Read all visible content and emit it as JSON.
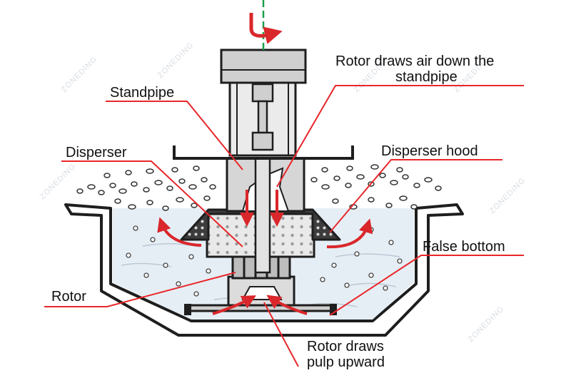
{
  "labels": {
    "standpipe": "Standpipe",
    "air_line1": "Rotor draws air down the",
    "air_line2": "standpipe",
    "disperser": "Disperser",
    "disperser_hood": "Disperser hood",
    "false_bottom": "False bottom",
    "rotor": "Rotor",
    "pulp_line1": "Rotor draws",
    "pulp_line2": "pulp upward"
  },
  "watermark": "ZONEDING",
  "colors": {
    "leader": "#e8262a",
    "arrow": "#d9272b",
    "axis": "#1a9e4b",
    "outline": "#1e1e1e",
    "metal": "#d2d2d2",
    "pulp": "#e6eef5"
  }
}
